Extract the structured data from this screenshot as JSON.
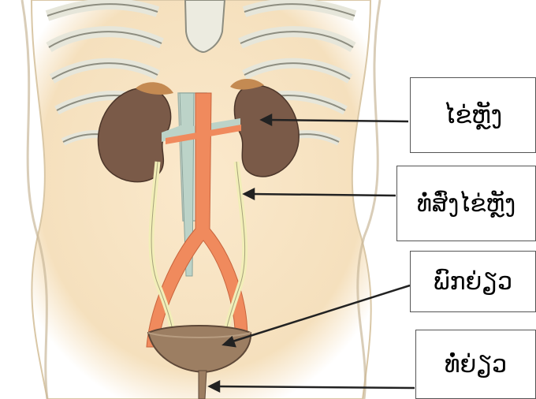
{
  "labels": {
    "kidney": "ໄຂ່ຫຼັງ",
    "ureter": "ທໍ່ສົ່ງໄຂ່ຫຼັງ",
    "bladder": "ພົກຍ່ຽວ",
    "urethra": "ທໍ່ຍ່ຽວ"
  },
  "colors": {
    "skin": "#f7e3c3",
    "skin_outline": "#c9b89a",
    "rib": "#e6e6da",
    "rib_outline": "#8d8d80",
    "kidney": "#7a5a48",
    "adrenal": "#c48a52",
    "artery": "#f08a5d",
    "vein": "#bcd3c8",
    "ureter": "#f2eeb8",
    "bladder": "#9c7e62",
    "pointer_line": "#222222"
  }
}
